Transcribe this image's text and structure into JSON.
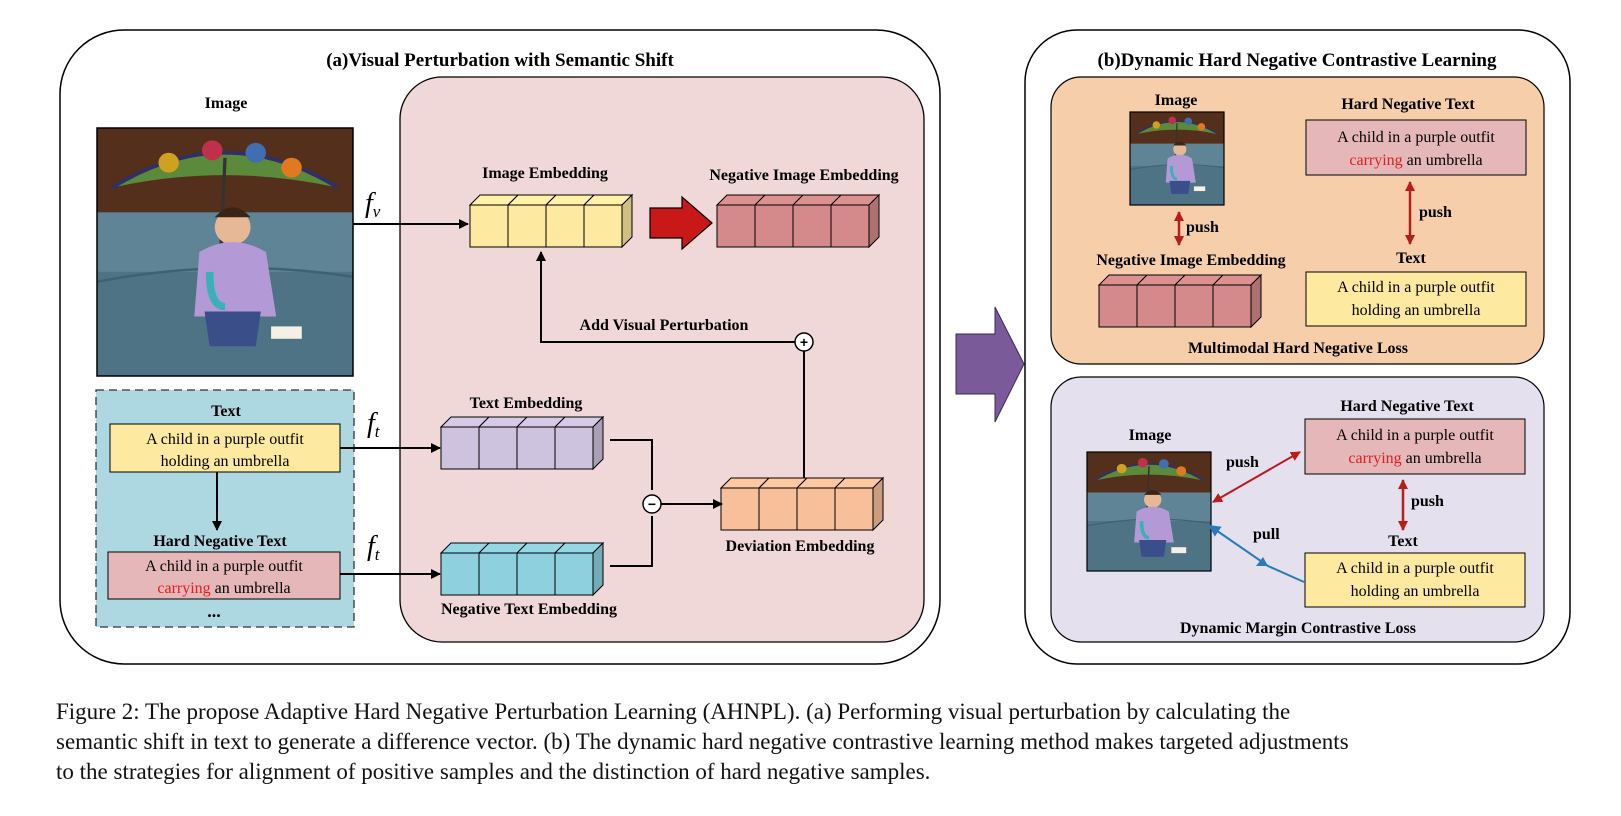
{
  "panel_a": {
    "title": "(a)Visual Perturbation with Semantic Shift",
    "image_label": "Image",
    "text_label": "Text",
    "text_caption_line1": "A child in a purple outfit",
    "text_caption_line2": "holding an umbrella",
    "hard_negative_label": "Hard Negative Text",
    "hn_line1": "A child in a purple outfit",
    "hn_word_red": "carrying",
    "hn_word_rest": " an umbrella",
    "ellipsis": "...",
    "fv_base": "f",
    "fv_sub": "v",
    "ft_base": "f",
    "ft_sub": "t",
    "image_embedding": "Image Embedding",
    "negative_image_embedding": "Negative Image Embedding",
    "add_visual_perturbation": "Add Visual Perturbation",
    "text_embedding": "Text Embedding",
    "negative_text_embedding": "Negative Text Embedding",
    "deviation_embedding": "Deviation Embedding",
    "plus_symbol": "+",
    "minus_symbol": "−"
  },
  "panel_b": {
    "title": "(b)Dynamic Hard Negative Contrastive Learning",
    "top": {
      "image_label": "Image",
      "hard_negative_label": "Hard Negative Text",
      "hn_line1": "A child in a purple outfit",
      "hn_word_red": "carrying",
      "hn_word_rest": " an umbrella",
      "push_left": "push",
      "push_right": "push",
      "neg_img_emb_label": "Negative Image Embedding",
      "text_label": "Text",
      "text_line1": "A child in a purple outfit",
      "text_line2": "holding an umbrella",
      "loss_label": "Multimodal Hard Negative Loss"
    },
    "bottom": {
      "image_label": "Image",
      "hard_negative_label": "Hard Negative Text",
      "hn_line1": "A child in a purple outfit",
      "hn_word_red": "carrying",
      "hn_word_rest": " an umbrella",
      "push_diag": "push",
      "push_vert": "push",
      "pull": "pull",
      "text_label": "Text",
      "text_line1": "A child in a purple outfit",
      "text_line2": "holding an umbrella",
      "loss_label": "Dynamic Margin Contrastive Loss"
    }
  },
  "caption": {
    "line1": "Figure 2: The propose Adaptive Hard Negative Perturbation Learning (AHNPL). (a) Performing visual perturbation by calculating the",
    "line2": "semantic shift in text to generate a difference vector. (b) The dynamic hard negative contrastive learning method makes targeted adjustments",
    "line3": "to the strategies for alignment of positive samples and the distinction of hard negative samples."
  },
  "colors": {
    "panel_a_inner": "#f0d8d8",
    "text_area": "#add8e2",
    "caption_box": "#fde9a0",
    "hn_box": "#e5b7b8",
    "image_emb": "#fde9a0",
    "neg_image_emb": "#d48a8a",
    "text_emb": "#cec3de",
    "neg_text_emb": "#8ed0de",
    "deviation_emb": "#f7c09a",
    "red_arrow": "#c81818",
    "purple_arrow": "#7a5a98",
    "panel_b_top": "#f6cfaa",
    "panel_b_bottom": "#e4e0ee",
    "push_arrow": "#b81c1c",
    "pull_arrow": "#2a7ab8"
  }
}
